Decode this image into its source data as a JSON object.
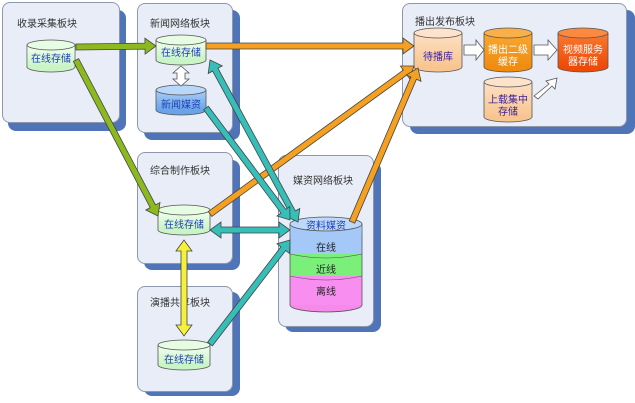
{
  "panels": [
    {
      "id": "ingest",
      "title": "收录采集板块"
    },
    {
      "id": "news",
      "title": "新闻网络板块"
    },
    {
      "id": "playout",
      "title": "播出发布板块"
    },
    {
      "id": "production",
      "title": "综合制作板块"
    },
    {
      "id": "media",
      "title": "媒资网络板块"
    },
    {
      "id": "broadcast",
      "title": "演播共享板块"
    }
  ],
  "storage": {
    "ingest_online": "在线存储",
    "news_online": "在线存储",
    "news_media": "新闻媒资",
    "playout_queue": "待播库",
    "playout_cache_l1": "播出二级",
    "playout_cache_l2": "缓存",
    "video_server_l1": "视频服务",
    "video_server_l2": "器存储",
    "upload_l1": "上载集中",
    "upload_l2": "存储",
    "production_online": "在线存储",
    "broadcast_online": "在线存储",
    "media_archive": "资料媒资",
    "media_tier_online": "在线",
    "media_tier_nearline": "近线",
    "media_tier_offline": "离线"
  },
  "colors": {
    "green_arrow": "#8cba1e",
    "orange_arrow": "#f5a020",
    "teal_arrow": "#35bfb8",
    "yellow_arrow": "#f5f03a",
    "panel_bg": "#e8edf7",
    "panel_shadow": "#4f74b8"
  }
}
